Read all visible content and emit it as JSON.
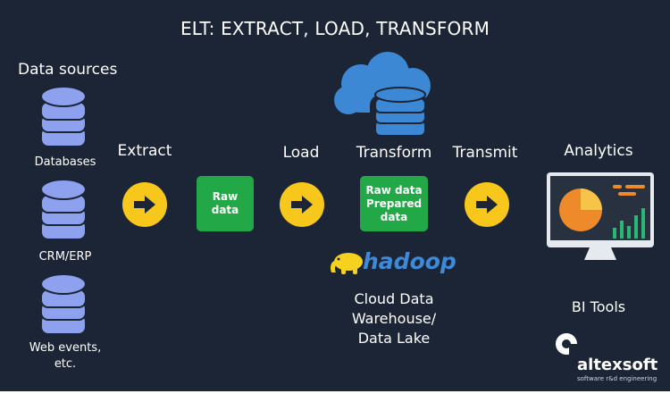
{
  "title": "ELT: EXTRACT, LOAD, TRANSFORM",
  "sources": {
    "heading": "Data sources",
    "items": [
      "Databases",
      "CRM/ERP",
      "Web events,",
      "etc."
    ]
  },
  "steps": {
    "extract": "Extract",
    "load": "Load",
    "transform": "Transform",
    "transmit": "Transmit",
    "analytics": "Analytics"
  },
  "boxes": {
    "raw": [
      "Raw",
      "data"
    ],
    "transformed": [
      "Raw data",
      "Prepared",
      "data"
    ]
  },
  "hadoop_logo_text": "hadoop",
  "warehouse": [
    "Cloud Data",
    "Warehouse/",
    "Data Lake"
  ],
  "bi_tools": "BI Tools",
  "brand": {
    "name": "altexsoft",
    "tagline": "software r&d engineering"
  },
  "colors": {
    "background": "#1b2535",
    "database": "#8ea1ee",
    "arrow_circle": "#f7c71b",
    "box_green": "#23a847",
    "cloud": "#3d88d4",
    "monitor": "#e6e9ee",
    "pie_orange": "#ef8a2a",
    "bars_green": "#2ab673"
  }
}
